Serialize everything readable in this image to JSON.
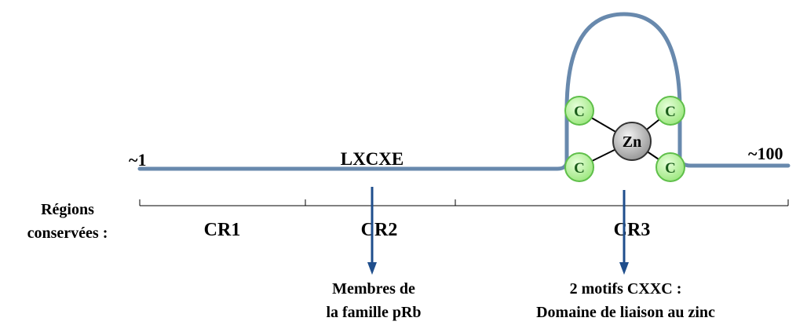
{
  "diagram": {
    "start_label": "~1",
    "end_label": "~100",
    "motif_label": "LXCXE",
    "regions_label_line1": "Régions",
    "regions_label_line2": "conservées :",
    "regions": [
      "CR1",
      "CR2",
      "CR3"
    ],
    "callout_left_line1": "Membres de",
    "callout_left_line2": "la famille pRb",
    "callout_right_line1": "2 motifs CXXC :",
    "callout_right_line2": "Domaine de liaison au zinc",
    "zinc_label": "Zn",
    "cysteine_label": "C",
    "colors": {
      "backbone": "#5b7fa6",
      "arrow": "#1f4e8c",
      "cysteine_fill": "#b8f5a0",
      "cysteine_stroke": "#5fbf4a",
      "zinc_fill": "#b3b3b3"
    }
  }
}
